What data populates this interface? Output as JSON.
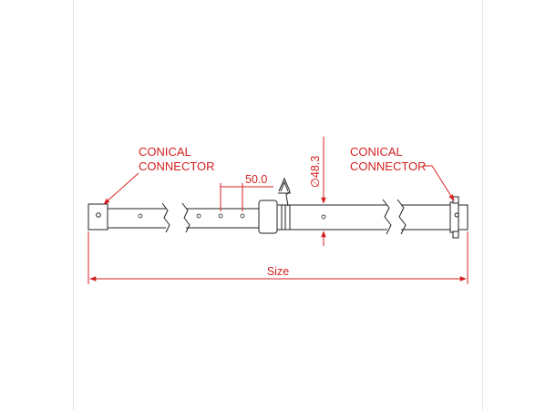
{
  "diagram": {
    "connector_left_label": [
      "CONICAL",
      "CONNECTOR"
    ],
    "connector_right_label": [
      "CONICAL",
      "CONNECTOR"
    ],
    "hole_spacing": "50.0",
    "diameter": "∅48.3",
    "overall_length": "Size"
  },
  "colors": {
    "annotation": "#d42020",
    "outline": "#222222"
  }
}
